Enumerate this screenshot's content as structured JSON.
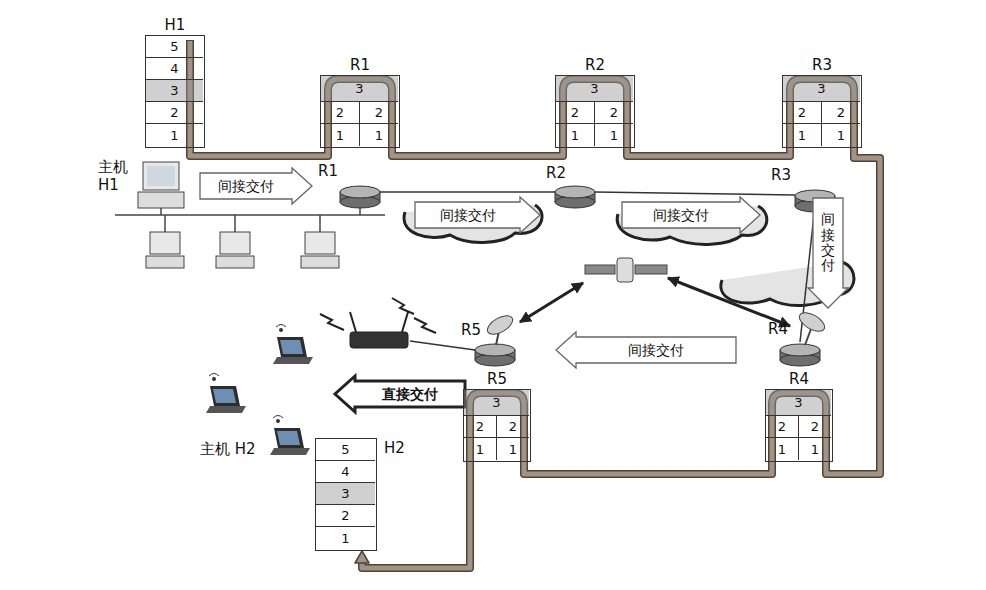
{
  "diagram": {
    "nodes": [
      {
        "text": [
          "H1"
        ]
      },
      {
        "text": [
          "5"
        ],
        "in": 0
      },
      {
        "text": [
          "4"
        ],
        "in": 0
      },
      {
        "text": [
          "3"
        ],
        "in": 0
      },
      {
        "text": [
          "2"
        ],
        "in": 0
      },
      {
        "text": [
          "1"
        ],
        "in": 0
      },
      {
        "text": [
          "R1"
        ]
      },
      {
        "text": [
          "3"
        ],
        "in": 6
      },
      {
        "text": [
          "2"
        ],
        "in": 6
      },
      {
        "text": [
          "2"
        ],
        "in": 6
      },
      {
        "text": [
          "1"
        ],
        "in": 6
      },
      {
        "text": [
          "1"
        ],
        "in": 6
      },
      {
        "text": [
          "R2"
        ]
      },
      {
        "text": [
          "3"
        ],
        "in": 12
      },
      {
        "text": [
          "2"
        ],
        "in": 12
      },
      {
        "text": [
          "2"
        ],
        "in": 12
      },
      {
        "text": [
          "1"
        ],
        "in": 12
      },
      {
        "text": [
          "1"
        ],
        "in": 12
      },
      {
        "text": [
          "R3"
        ]
      },
      {
        "text": [
          "3"
        ],
        "in": 18
      },
      {
        "text": [
          "2"
        ],
        "in": 18
      },
      {
        "text": [
          "2"
        ],
        "in": 18
      },
      {
        "text": [
          "1"
        ],
        "in": 18
      },
      {
        "text": [
          "1"
        ],
        "in": 18
      },
      {
        "text": [
          "间接交付"
        ]
      },
      {
        "text": [
          "间接交付"
        ]
      },
      {
        "text": [
          "间接交付"
        ]
      },
      {
        "text": [
          "间接交付"
        ]
      },
      {
        "text": [
          "间接交付"
        ]
      },
      {
        "text": [
          "直接交付"
        ]
      },
      {
        "text": [
          "R5"
        ]
      },
      {
        "text": [
          "3"
        ],
        "in": 30
      },
      {
        "text": [
          "2"
        ],
        "in": 30
      },
      {
        "text": [
          "2"
        ],
        "in": 30
      },
      {
        "text": [
          "1"
        ],
        "in": 30
      },
      {
        "text": [
          "1"
        ],
        "in": 30
      },
      {
        "text": [
          "R4"
        ]
      },
      {
        "text": [
          "3"
        ],
        "in": 36
      },
      {
        "text": [
          "2"
        ],
        "in": 36
      },
      {
        "text": [
          "2"
        ],
        "in": 36
      },
      {
        "text": [
          "1"
        ],
        "in": 36
      },
      {
        "text": [
          "1"
        ],
        "in": 36
      },
      {
        "text": [
          "H2"
        ]
      },
      {
        "text": [
          "5"
        ],
        "in": 42
      },
      {
        "text": [
          "4"
        ],
        "in": 42
      },
      {
        "text": [
          "3"
        ],
        "in": 42
      },
      {
        "text": [
          "2"
        ],
        "in": 42
      },
      {
        "text": [
          "1"
        ],
        "in": 42
      }
    ],
    "edges": [
      {
        "from": 0,
        "to": 6,
        "arrow": "none"
      },
      {
        "from": 6,
        "to": 12,
        "arrow": "none"
      },
      {
        "from": 12,
        "to": 18,
        "arrow": "none"
      },
      {
        "from": 18,
        "to": 36,
        "arrow": "none"
      },
      {
        "from": 36,
        "to": 30,
        "arrow": "none"
      },
      {
        "from": 30,
        "to": 42,
        "arrow": "to"
      }
    ],
    "labels": [
      "主机 H1",
      "R1",
      "R2",
      "R3",
      "R4",
      "R5",
      "主机 H2"
    ]
  }
}
